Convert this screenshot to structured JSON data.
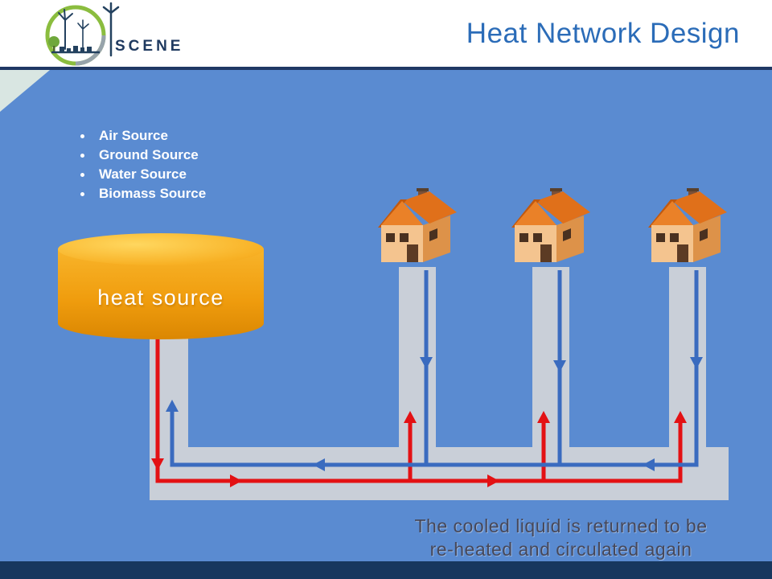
{
  "slide": {
    "logo_text": "SCENE",
    "title": "Heat Network Design",
    "bullets": [
      "Air Source",
      "Ground Source",
      "Water Source",
      "Biomass Source"
    ],
    "heat_source_label": "heat source",
    "caption_line1": "The cooled liquid is returned to be",
    "caption_line2": "re-heated and circulated again",
    "colors": {
      "slide_background": "#5A8BD1",
      "header_background": "#FFFFFF",
      "title_text": "#2B6CB8",
      "divider_navy": "#1F3864",
      "footer_navy": "#17375E",
      "bullet_text": "#FFFFFF",
      "pipe_gray": "#C9CFD8",
      "hot_flow_red": "#E31114",
      "return_flow_blue": "#3A6BBF",
      "heat_source_orange": "#F09D0E",
      "house_roof_orange": "#E0701A",
      "house_wall_tan": "#F4C48F",
      "caption_text": "#474859",
      "logo_green": "#8BBD3F",
      "logo_navy": "#1F3A60"
    }
  }
}
